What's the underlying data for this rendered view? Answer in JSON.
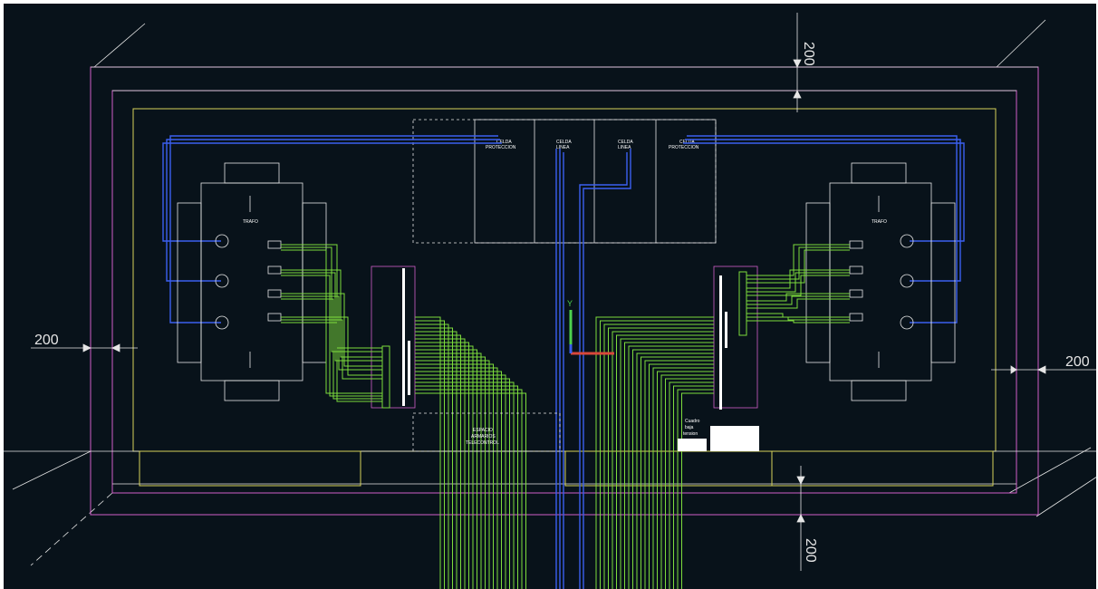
{
  "colors": {
    "background": "#08121a",
    "outline_magenta": "#d05fc8",
    "inner_yellow": "#d6d35a",
    "outline_white": "#e6e6e6",
    "cable_green": "#7ddc3c",
    "cable_blue": "#3b5ff0",
    "axis_red": "#d9483a",
    "axis_green": "#4dd24d"
  },
  "dimensions": {
    "top": "200",
    "left": "200",
    "right": "200",
    "bottom": "200"
  },
  "cells": {
    "c1": [
      "CELDA",
      "PROTECCION"
    ],
    "c2": [
      "CELDA",
      "LINEA"
    ],
    "c3": [
      "CELDA",
      "LINEA"
    ],
    "c4": [
      "CELDA",
      "PROTECCION"
    ]
  },
  "transformers": {
    "left_label": "TRAFO",
    "right_label": "TRAFO"
  },
  "telecontrol": [
    "ESPACIO",
    "ARMARIOS",
    "TELECONTROL"
  ],
  "bottom_right_label": [
    "Cuadro",
    "baja",
    "tension"
  ],
  "ucs": {
    "y": "Y"
  },
  "icons": {
    "ucs": "ucs-axis-icon"
  }
}
